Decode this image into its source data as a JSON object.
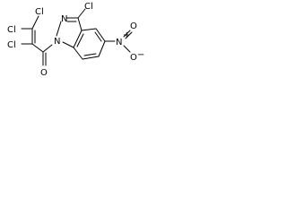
{
  "molecule": {
    "atoms": {
      "cl_top": "Cl",
      "cl_left_top": "Cl",
      "cl_left_bottom": "Cl",
      "cl_indazole": "Cl",
      "n1": "N",
      "n2": "N",
      "o_carbonyl": "O",
      "nitro_n": "N",
      "nitro_o_top": "O",
      "nitro_o_bottom": "O",
      "nitro_n_charge": "+",
      "nitro_o_charge": "−"
    }
  }
}
